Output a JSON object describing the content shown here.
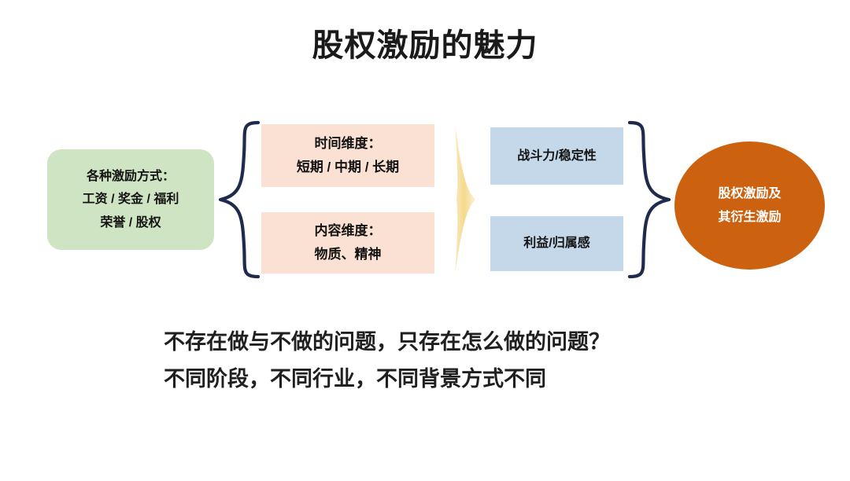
{
  "slide": {
    "title": "股权激励的魅力",
    "background_color": "#ffffff"
  },
  "diagram": {
    "type": "flow",
    "source_node": {
      "name": "各种激励方式",
      "lines": [
        "各种激励方式：",
        "工资 / 奖金 / 福利",
        "荣誉 / 股权"
      ],
      "fill_color": "#cfe4c2",
      "text_color": "#141414"
    },
    "dimension_nodes": [
      {
        "name": "时间维度",
        "lines": [
          "时间维度：",
          "短期 / 中期 / 长期"
        ],
        "fill_color": "#fae1d3",
        "text_color": "#141414"
      },
      {
        "name": "内容维度",
        "lines": [
          "内容维度：",
          "物质、精神"
        ],
        "fill_color": "#fae1d3",
        "text_color": "#141414"
      }
    ],
    "outcome_nodes": [
      {
        "name": "战斗力稳定性",
        "lines": [
          "战斗力/稳定性"
        ],
        "fill_color": "#c4d8ea",
        "text_color": "#141414"
      },
      {
        "name": "利益归属感",
        "lines": [
          "利益/归属感"
        ],
        "fill_color": "#c4d8ea",
        "text_color": "#141414"
      }
    ],
    "result_node": {
      "name": "股权激励及其衍生激励",
      "lines": [
        "股权激励及",
        "其衍生激励"
      ],
      "fill_color": "#cc620f",
      "text_color": "#ffffff",
      "shape": "ellipse"
    },
    "connectors": {
      "left_brace": {
        "glyph": "{",
        "color": "#1f2b4d"
      },
      "right_brace": {
        "glyph": "}",
        "color": "#1f2b4d"
      },
      "arrow": {
        "shape": "lens-chevron",
        "color": "#f5d98a"
      }
    }
  },
  "caption": {
    "lines": [
      "不存在做与不做的问题，只存在怎么做的问题？",
      "不同阶段，不同行业，不同背景方式不同"
    ]
  }
}
